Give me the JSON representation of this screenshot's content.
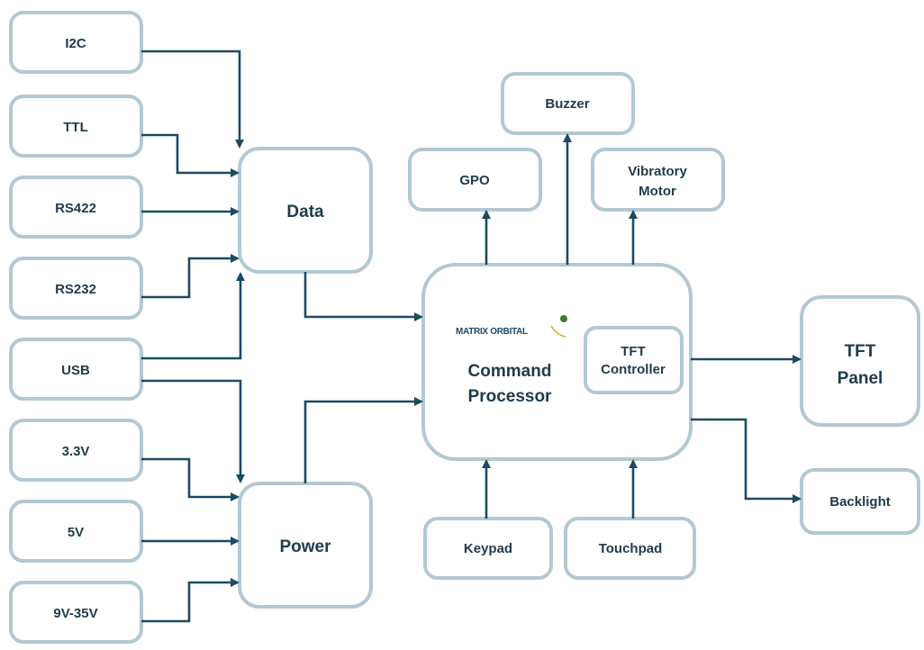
{
  "inputs": {
    "i2c": "I2C",
    "ttl": "TTL",
    "rs422": "RS422",
    "rs232": "RS232",
    "usb": "USB",
    "v33": "3.3V",
    "v5": "5V",
    "v935": "9V-35V"
  },
  "blocks": {
    "data": "Data",
    "power": "Power",
    "command_line1": "Command",
    "command_line2": "Processor",
    "tft_ctrl_line1": "TFT",
    "tft_ctrl_line2": "Controller",
    "gpo": "GPO",
    "buzzer": "Buzzer",
    "vib_line1": "Vibratory",
    "vib_line2": "Motor",
    "tft_panel_line1": "TFT",
    "tft_panel_line2": "Panel",
    "backlight": "Backlight",
    "keypad": "Keypad",
    "touchpad": "Touchpad"
  },
  "logo": {
    "text": "MATRIX ORBITAL",
    "colors": {
      "text": "#1f4a6b",
      "dot": "#3a7a2a"
    }
  },
  "colors": {
    "box_border": "#b4c8d2",
    "wire": "#1c4a63",
    "text": "#1f3b4a"
  }
}
